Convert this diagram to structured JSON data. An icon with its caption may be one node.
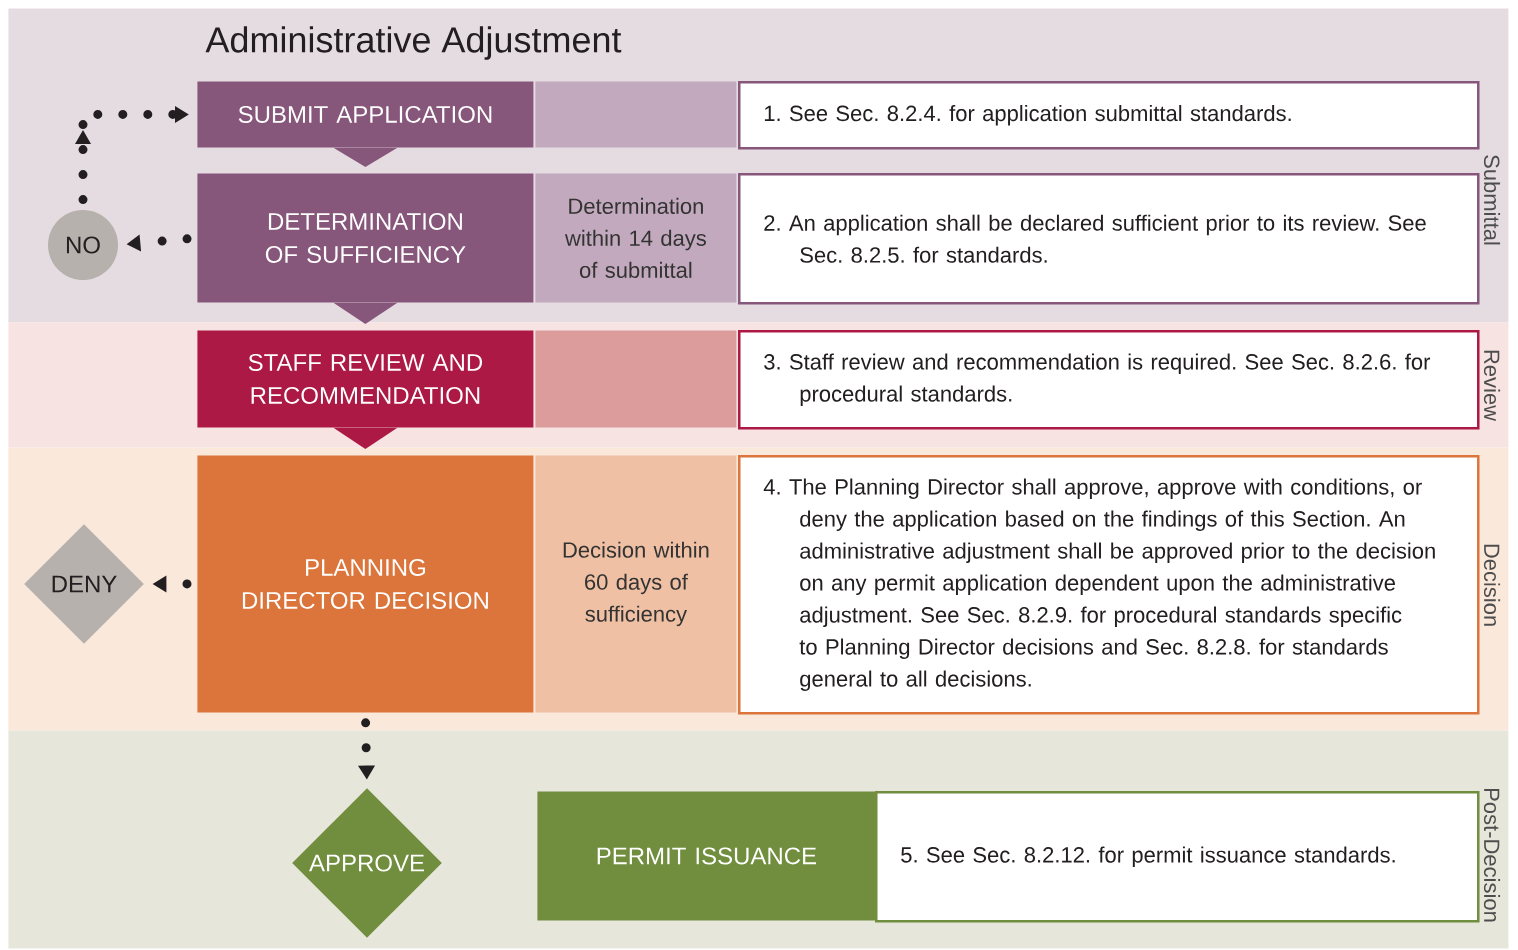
{
  "diagram": {
    "title": "Administrative Adjustment",
    "nodes": [
      {
        "text": [
          "Submittal"
        ]
      },
      {
        "text": [
          "SUBMIT APPLICATION"
        ],
        "in": 0
      },
      {
        "text": [],
        "shape": "box",
        "in": 0
      },
      {
        "text": [
          "1. See Sec. 8.2.4. for application submittal standards."
        ],
        "in": 0
      },
      {
        "text": [
          "DETERMINATION OF SUFFICIENCY"
        ],
        "in": 0
      },
      {
        "text": [
          "Determination within 14 days of submittal"
        ],
        "in": 0
      },
      {
        "text": [
          "2. An application shall be declared sufficient prior to its review. See Sec. 8.2.5. for standards."
        ],
        "in": 0
      },
      {
        "text": [
          "NO"
        ],
        "in": 0
      },
      {
        "text": [
          "Review"
        ]
      },
      {
        "text": [
          "STAFF REVIEW AND RECOMMENDATION"
        ],
        "in": 8
      },
      {
        "text": [],
        "shape": "box",
        "in": 8
      },
      {
        "text": [
          "3. Staff review and recommendation is required. See Sec. 8.2.6. for procedural standards."
        ],
        "in": 8
      },
      {
        "text": [
          "Decision"
        ]
      },
      {
        "text": [
          "PLANNING DIRECTOR DECISION"
        ],
        "in": 12
      },
      {
        "text": [
          "Decision within 60 days of sufficiency"
        ],
        "in": 12
      },
      {
        "text": [
          "4. The Planning Director shall approve, approve with conditions, or deny the application based on the findings of this Section. An administrative adjustment shall be approved prior to the decision on any permit application dependent upon the administrative adjustment. See Sec. 8.2.9. for procedural standards specific to Planning Director decisions and Sec. 8.2.8. for standards general to all decisions."
        ],
        "in": 12
      },
      {
        "text": [
          "DENY"
        ],
        "in": 12
      },
      {
        "text": [
          "Post-Decision"
        ]
      },
      {
        "text": [
          "APPROVE"
        ],
        "in": 17
      },
      {
        "text": [
          "PERMIT ISSUANCE"
        ],
        "in": 17
      },
      {
        "text": [
          "5. See Sec. 8.2.12. for permit issuance standards."
        ],
        "in": 17
      }
    ],
    "edges": [
      {
        "from": 1,
        "to": 4,
        "arrow": "to",
        "color": "#87577b"
      },
      {
        "from": 4,
        "to": 9,
        "arrow": "to",
        "color": "#87577b"
      },
      {
        "from": 9,
        "to": 13,
        "arrow": "to",
        "color": "#ad1945"
      },
      {
        "from": 4,
        "to": 7,
        "arrow": "to",
        "style": "dashed"
      },
      {
        "from": 7,
        "to": 1,
        "arrow": "to",
        "style": "dashed"
      },
      {
        "from": 13,
        "to": 16,
        "arrow": "to",
        "style": "dashed"
      },
      {
        "from": 13,
        "to": 18,
        "arrow": "to",
        "style": "dashed"
      }
    ]
  }
}
